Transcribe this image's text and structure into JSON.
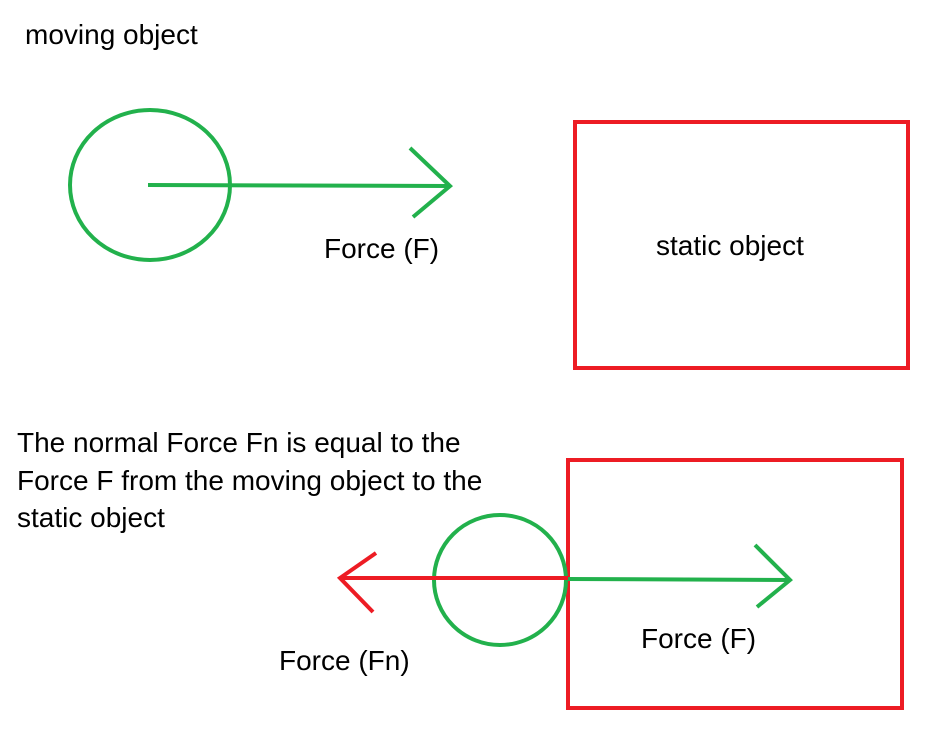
{
  "colors": {
    "moving": "#22b14c",
    "static": "#ed1c24",
    "text": "#000000"
  },
  "top": {
    "moving_label": "moving object",
    "force_label": "Force (F)",
    "static_label": "static object"
  },
  "bottom": {
    "description_lines": [
      "The normal Force Fn is equal to the",
      "Force F from the moving object to the",
      "static object"
    ],
    "force_label": "Force (F)",
    "normal_force_label": "Force (Fn)"
  }
}
